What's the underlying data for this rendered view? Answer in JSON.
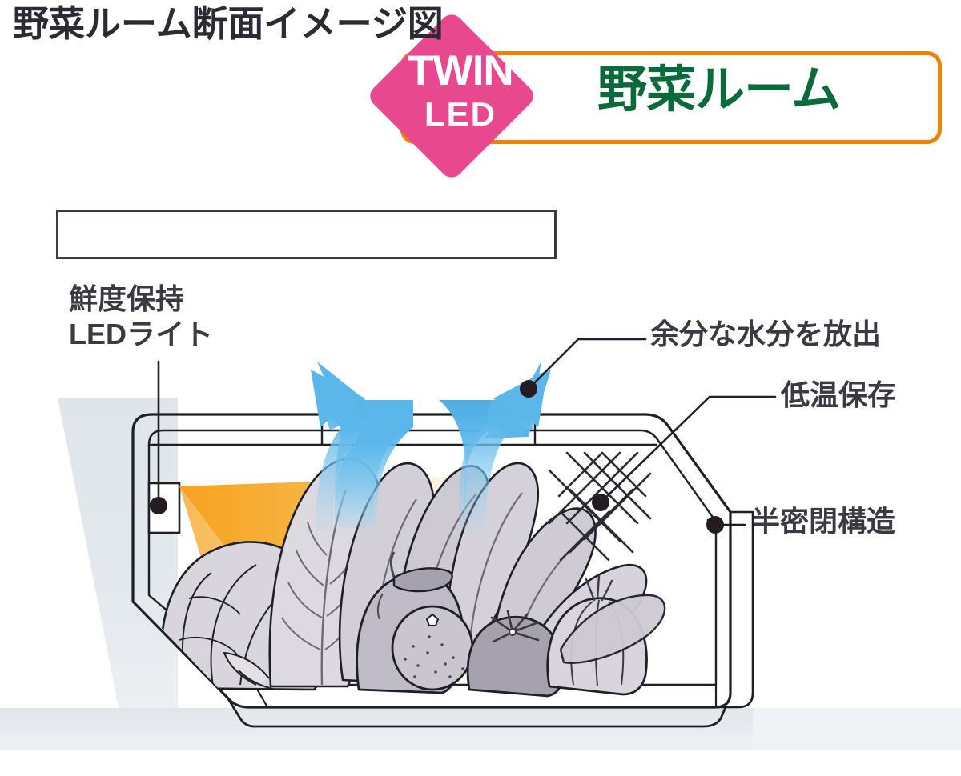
{
  "page": {
    "background_color": "#ffffff",
    "text_color": "#3a3a42"
  },
  "header": {
    "badge": {
      "twin_label": "TWIN",
      "led_label": "LED",
      "room_label": "野菜ルーム",
      "diamond_color": "#e8488e",
      "border_color": "#ef8200",
      "room_text_color": "#0a6b3a",
      "badge_text_color": "#ffffff"
    }
  },
  "figure": {
    "title": "野菜ルーム断面イメージ図",
    "title_border_color": "#3a3a42"
  },
  "callouts": [
    {
      "id": "led-light",
      "line1": "鮮度保持",
      "line2": "LEDライト",
      "position": "left",
      "marker": "dot"
    },
    {
      "id": "moisture-release",
      "text": "余分な水分を放出",
      "position": "top-right",
      "marker": "dot"
    },
    {
      "id": "low-temperature",
      "text": "低温保存",
      "position": "right",
      "marker": "dot"
    },
    {
      "id": "semi-sealed",
      "text": "半密閉構造",
      "position": "right",
      "marker": "dot"
    }
  ],
  "diagram": {
    "type": "cross-section-illustration",
    "subject": "refrigerator vegetable drawer",
    "elements": {
      "led_beam": {
        "name": "led-light-beam",
        "color_start": "#f7a92b",
        "color_end": "#f7d9a0",
        "description": "orange light wedge from left wall onto vegetables"
      },
      "airflow_arrows": {
        "name": "moisture-release-arrows",
        "count": 2,
        "color": "#55b3e8",
        "description": "two curved arrows rising through the drawer lid"
      },
      "cold_mesh": {
        "name": "low-temperature-mesh",
        "color": "#2b2b33",
        "description": "diagonal cross-hatch grid on right side of drawer"
      },
      "drawer_outline_color": "#1f1f28",
      "fridge_body_color": "#e2e7eb",
      "vegetable_fill_light": "#d6d3da",
      "vegetable_fill_mid": "#c3c0ca",
      "vegetable_fill_dark": "#a5a2ad"
    },
    "vegetables": [
      "cabbage",
      "leafy-greens",
      "eggplant",
      "orange",
      "tomato",
      "onion"
    ]
  }
}
